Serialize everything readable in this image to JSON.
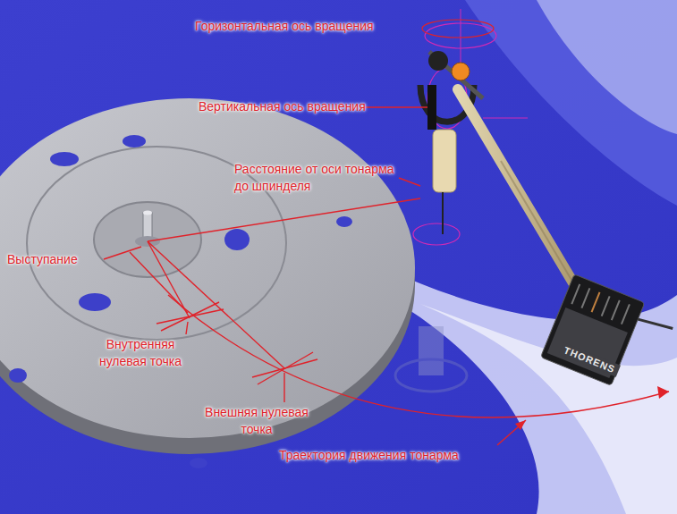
{
  "diagram": {
    "labels": [
      "Горизонтальная ось вращения",
      "Вертикальная ось вращения",
      "Расстояние от оси тонарма до шпинделя",
      "Выступание",
      "Внутренняя нулевая точка",
      "Внешняя нулевая точка",
      "Траектория движения тонарма",
      "THORENS"
    ]
  }
}
